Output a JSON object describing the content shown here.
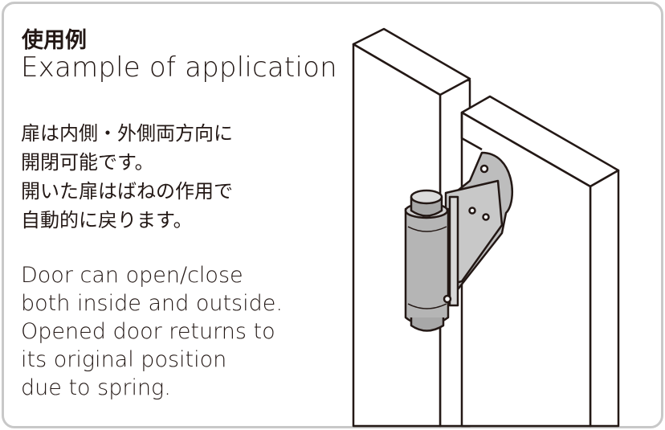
{
  "title_ja": "使用例",
  "title_en": "Example of application",
  "description_ja": [
    "扉は内側・外側両方向に",
    "開閉可能です。",
    "開いた扉はばねの作用で",
    "自動的に戻ります。"
  ],
  "description_en": [
    "Door can open/close",
    "both inside and outside.",
    "Opened door returns to",
    "its original position",
    "due to spring."
  ],
  "colors": {
    "border": "#c8c8c8",
    "hinge": "#b5b5b5",
    "text": "#231815"
  }
}
